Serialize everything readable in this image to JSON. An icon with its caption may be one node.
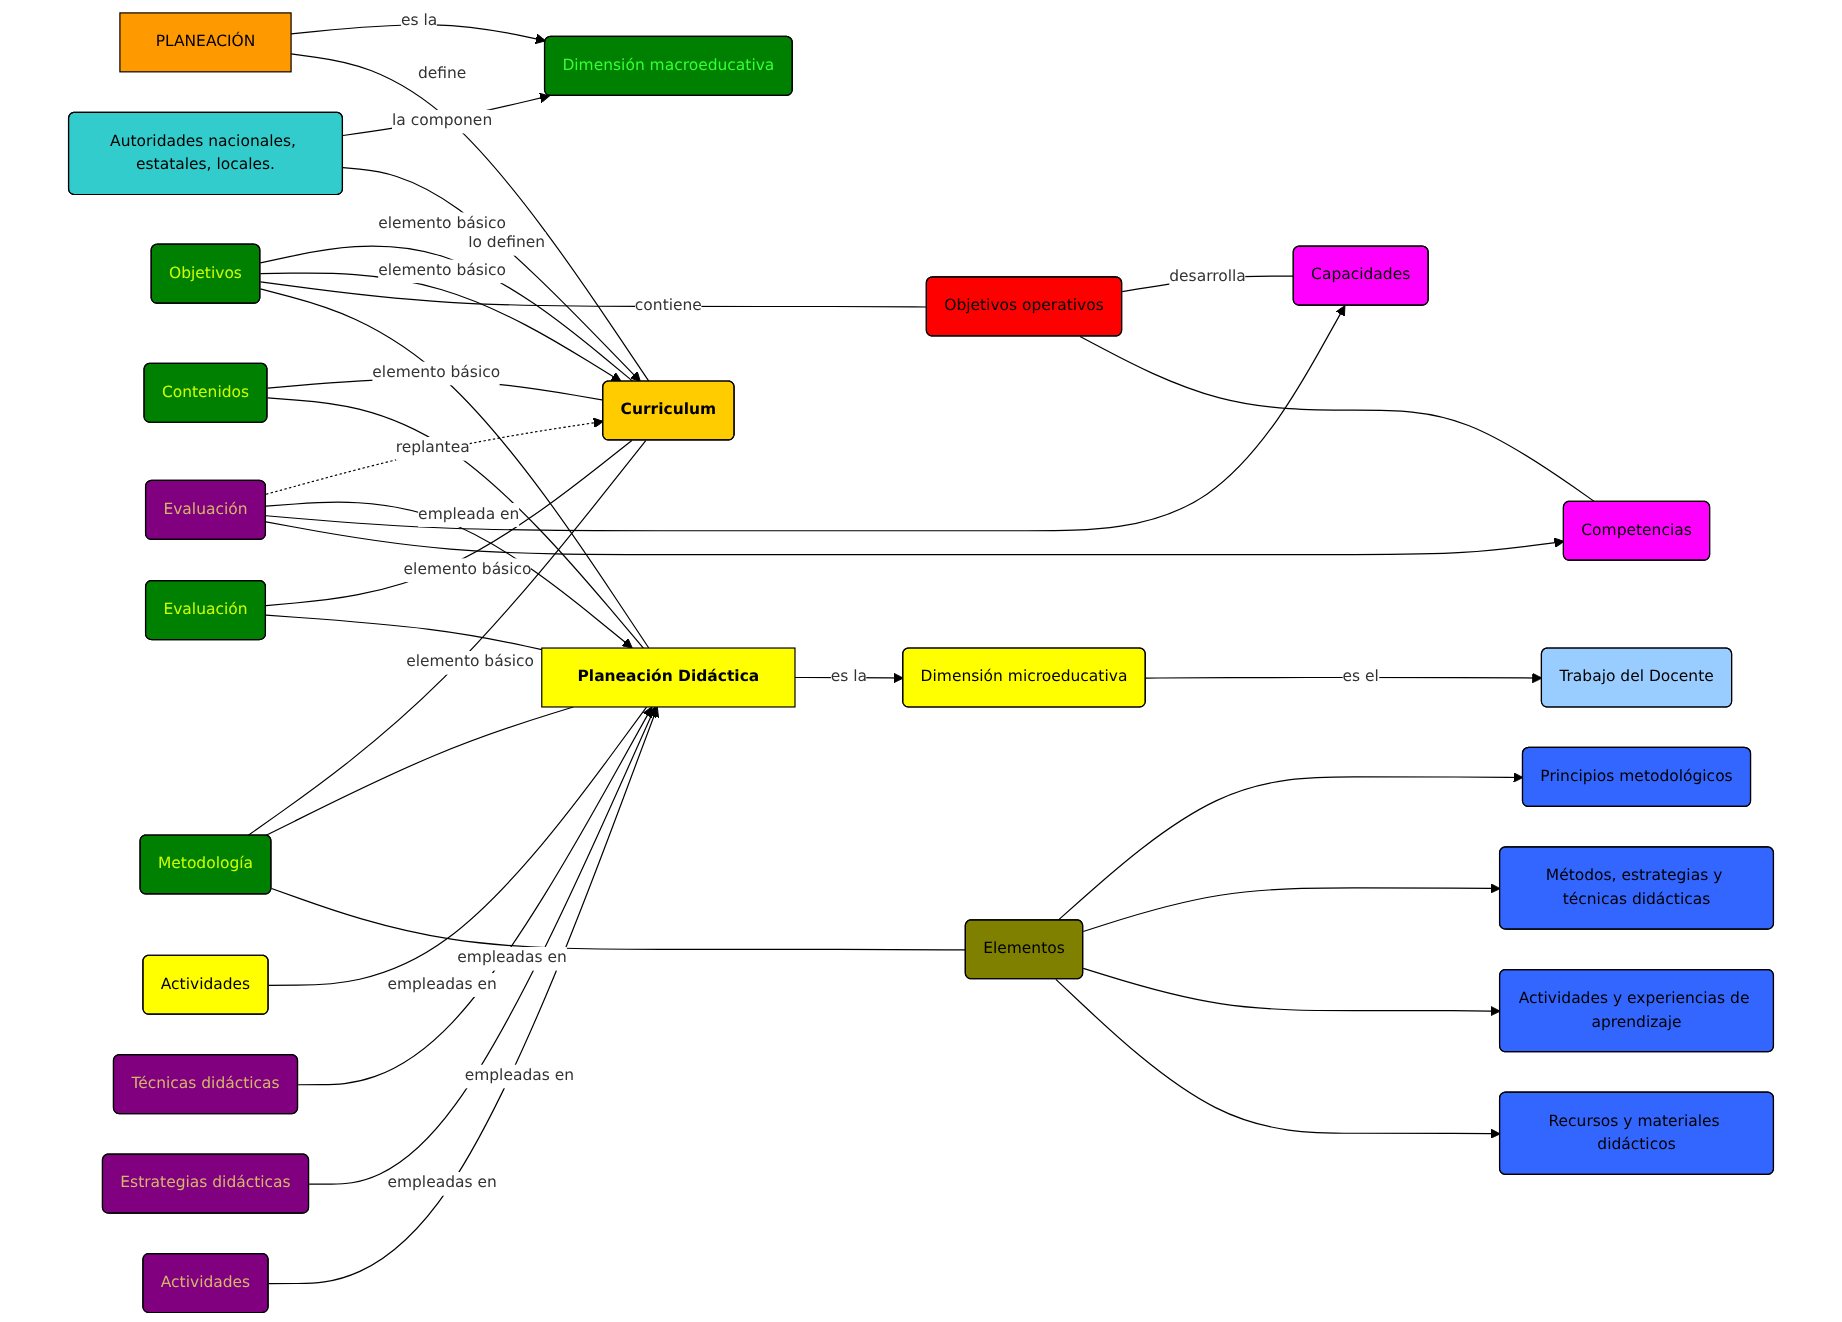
{
  "diagram": {
    "nodes": [
      {
        "text": [
          "PLANEACIÓN"
        ]
      },
      {
        "text": [
          "Dimensión macroeducativa"
        ]
      },
      {
        "text": [
          "Curriculum"
        ]
      },
      {
        "text": [
          "Autoridades nacionales, estatales, locales."
        ]
      },
      {
        "text": [
          "Objetivos"
        ]
      },
      {
        "text": [
          "Contenidos"
        ]
      },
      {
        "text": [
          "Metodología"
        ]
      },
      {
        "text": [
          "Evaluación"
        ]
      },
      {
        "text": [
          "Trabajo del Docente"
        ]
      },
      {
        "text": [
          "Objetivos operativos"
        ]
      },
      {
        "text": [
          "Actividades"
        ]
      },
      {
        "text": [
          "Planeación Didáctica"
        ]
      },
      {
        "text": [
          "Dimensión microeducativa"
        ]
      },
      {
        "text": [
          "Competencias"
        ]
      },
      {
        "text": [
          "Capacidades"
        ]
      },
      {
        "text": [
          "Elementos"
        ]
      },
      {
        "text": [
          "Técnicas didácticas"
        ]
      },
      {
        "text": [
          "Estrategias didácticas"
        ]
      },
      {
        "text": [
          "Actividades"
        ]
      },
      {
        "text": [
          "Evaluación"
        ]
      },
      {
        "text": [
          "Principios metodológicos"
        ]
      },
      {
        "text": [
          "Métodos, estrategias y técnicas didácticas"
        ]
      },
      {
        "text": [
          "Actividades y experiencias de aprendizaje"
        ]
      },
      {
        "text": [
          "Recursos y materiales didácticos"
        ]
      }
    ],
    "edges": [
      {
        "from": 0,
        "to": 1,
        "label": "es la",
        "arrow": "to"
      },
      {
        "from": 0,
        "to": 2,
        "label": "define",
        "arrow": "none"
      },
      {
        "from": 3,
        "to": 1,
        "label": "la componen",
        "arrow": "to"
      },
      {
        "from": 3,
        "to": 2,
        "label": "lo definen",
        "arrow": "to"
      },
      {
        "from": 19,
        "to": 2,
        "label": "replantea",
        "arrow": "to",
        "style": "dashed"
      },
      {
        "from": 4,
        "to": 2,
        "label": "elemento básico",
        "arrow": "none"
      },
      {
        "from": 4,
        "to": 2,
        "label": "elemento básico",
        "arrow": "to"
      },
      {
        "from": 5,
        "to": 2,
        "label": "elemento básico",
        "arrow": "none"
      },
      {
        "from": 6,
        "to": 2,
        "label": "elemento básico",
        "arrow": "none"
      },
      {
        "from": 7,
        "to": 2,
        "label": "elemento básico",
        "arrow": "none"
      },
      {
        "from": 4,
        "to": 9,
        "label": "contiene",
        "arrow": "none"
      },
      {
        "from": 9,
        "to": 14,
        "label": "desarrolla",
        "arrow": "none"
      },
      {
        "from": 9,
        "to": 13,
        "arrow": "none"
      },
      {
        "from": 4,
        "to": 11,
        "arrow": "none"
      },
      {
        "from": 5,
        "to": 11,
        "arrow": "none"
      },
      {
        "from": 6,
        "to": 11,
        "arrow": "none"
      },
      {
        "from": 7,
        "to": 11,
        "arrow": "none"
      },
      {
        "from": 10,
        "to": 11,
        "label": "empleadas en",
        "arrow": "none"
      },
      {
        "from": 6,
        "to": 15,
        "arrow": "none"
      },
      {
        "from": 11,
        "to": 12,
        "label": "es la",
        "arrow": "to"
      },
      {
        "from": 12,
        "to": 8,
        "label": "es el",
        "arrow": "to"
      },
      {
        "from": 16,
        "to": 11,
        "label": "empleadas en",
        "arrow": "to"
      },
      {
        "from": 17,
        "to": 11,
        "label": "empleadas en",
        "arrow": "to"
      },
      {
        "from": 18,
        "to": 11,
        "label": "empleadas en",
        "arrow": "to"
      },
      {
        "from": 19,
        "to": 11,
        "label": "empleada en",
        "arrow": "to"
      },
      {
        "from": 19,
        "to": 14,
        "arrow": "to"
      },
      {
        "from": 19,
        "to": 13,
        "arrow": "to"
      },
      {
        "from": 15,
        "to": 20,
        "arrow": "to"
      },
      {
        "from": 15,
        "to": 21,
        "arrow": "to"
      },
      {
        "from": 15,
        "to": 22,
        "arrow": "to"
      },
      {
        "from": 15,
        "to": 23,
        "arrow": "to"
      }
    ]
  }
}
